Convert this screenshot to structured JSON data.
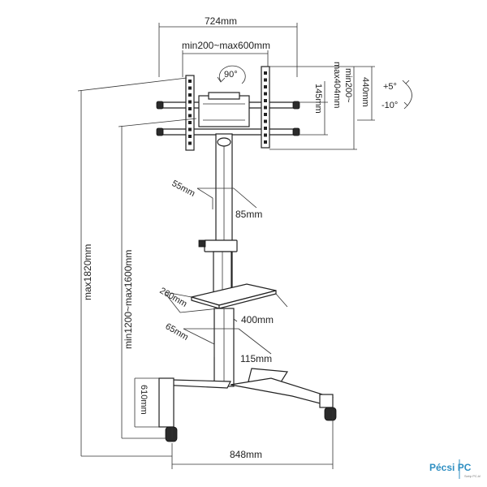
{
  "dimensions": {
    "top_width": "724mm",
    "vesa_width": "min200~max600mm",
    "rotation": "90°",
    "vesa_height_line1": "min200~",
    "vesa_height_line2": "max404mm",
    "bracket_height": "145mm",
    "total_bracket_height": "440mm",
    "tilt_up": "+5°",
    "tilt_down": "-10°",
    "column_depth": "55mm",
    "column_width": "85mm",
    "shelf_depth": "260mm",
    "shelf_width": "400mm",
    "lower_column_depth": "65mm",
    "lower_column_width": "115mm",
    "base_depth": "610mm",
    "base_width": "848mm",
    "max_height": "max1820mm",
    "height_range": "min1200~max1600mm"
  },
  "logo": {
    "text": "Pécsi PC",
    "tagline": "Szép PC-k!"
  }
}
